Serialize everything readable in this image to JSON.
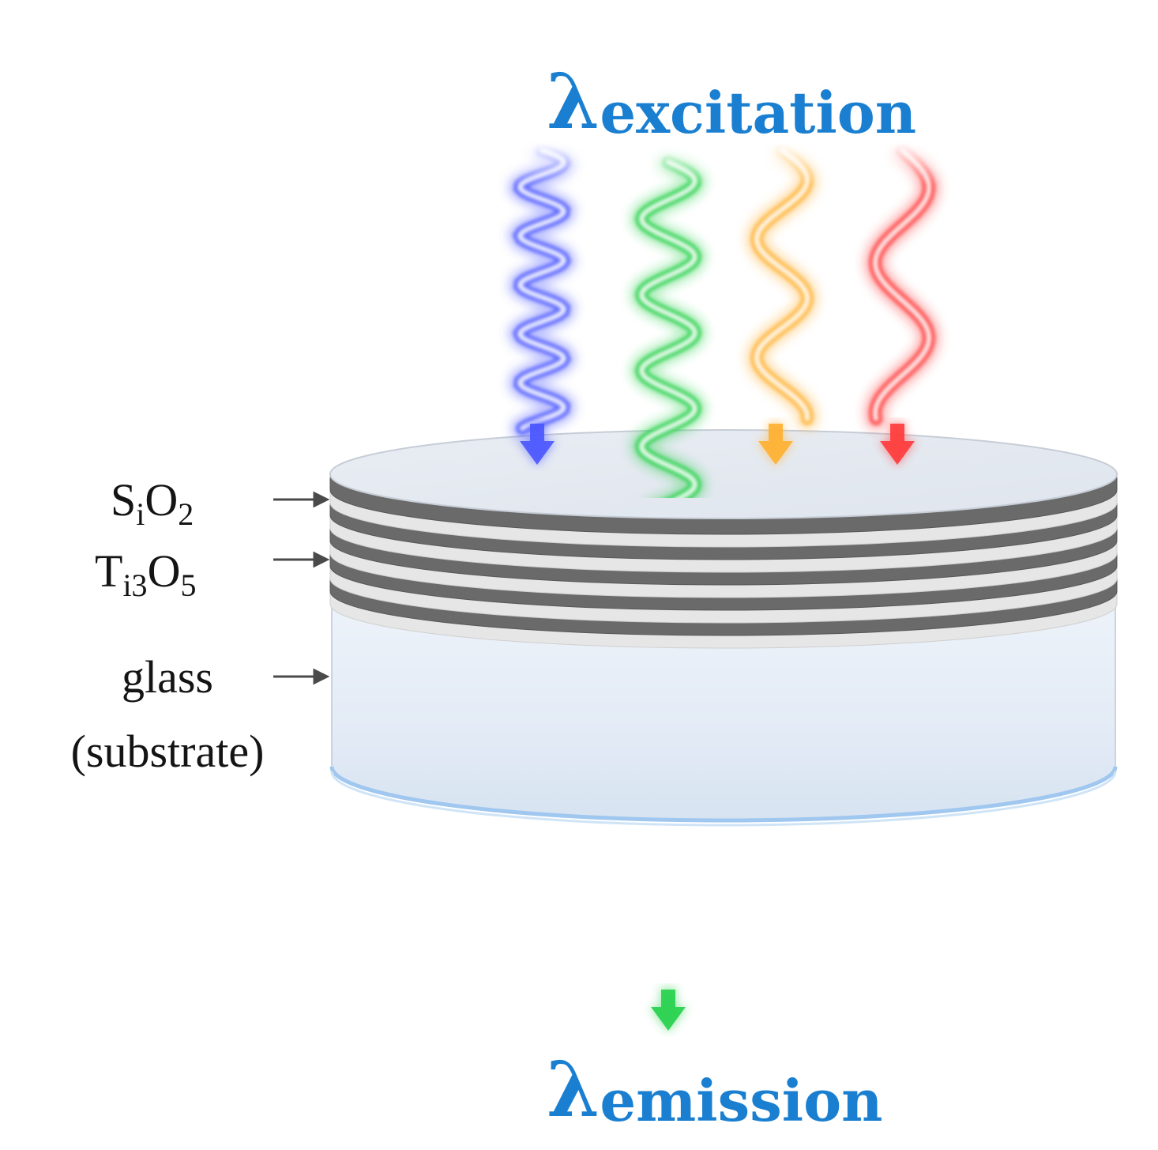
{
  "title": {
    "symbol": "λ",
    "sub": "excitation"
  },
  "bottom": {
    "symbol": "λ",
    "sub": "emission"
  },
  "labels": {
    "sio2_main1": "S",
    "sio2_sub1": "i",
    "sio2_main2": "O",
    "sio2_sub2": "2",
    "ti3o5_main1": "T",
    "ti3o5_sub1": "i3",
    "ti3o5_main2": "O",
    "ti3o5_sub2": "5",
    "glass": "glass",
    "substrate": "(substrate)"
  },
  "colors": {
    "label_blue": "#1a7fd0",
    "wave_blue": "#4a55ff",
    "wave_green": "#25d04a",
    "wave_orange": "#ffb030",
    "wave_red": "#ff3a3a",
    "layer_dark": "#6a6a6a",
    "layer_light": "#e6e6e6",
    "glass_body": "#e2ecf7"
  }
}
